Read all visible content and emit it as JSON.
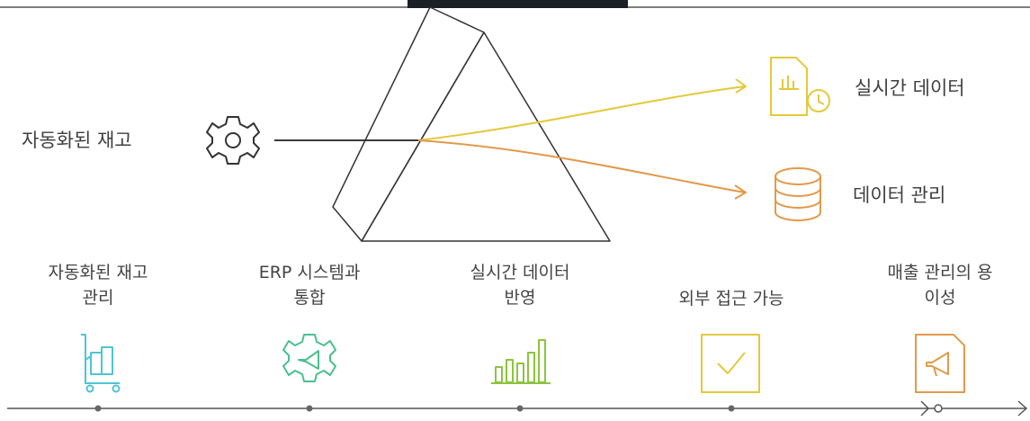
{
  "input": {
    "label": "자동화된 재고",
    "icon": "gear-icon"
  },
  "outputs": [
    {
      "label": "실시간 데이터",
      "icon": "chart-clock-document-icon",
      "color": "#e3c93a"
    },
    {
      "label": "데이터 관리",
      "icon": "database-icon",
      "color": "#e29a4a"
    }
  ],
  "timeline": [
    {
      "line1": "자동화된 재고",
      "line2": "관리",
      "icon": "cart-icon",
      "color": "#4ec5d6"
    },
    {
      "line1": "ERP 시스템과",
      "line2": "통합",
      "icon": "gear-megaphone-icon",
      "color": "#4cbf8f"
    },
    {
      "line1": "실시간 데이터",
      "line2": "반영",
      "icon": "bar-chart-icon",
      "color": "#8cc43e"
    },
    {
      "line1": "외부 접근 가능",
      "line2": "",
      "icon": "checkbox-icon",
      "color": "#e3c93a"
    },
    {
      "line1": "매출 관리의 용",
      "line2": "이성",
      "icon": "megaphone-document-icon",
      "color": "#e29a4a"
    }
  ],
  "colors": {
    "line": "#555555",
    "prism": "#333333",
    "title_bar": "#1b1f26"
  }
}
